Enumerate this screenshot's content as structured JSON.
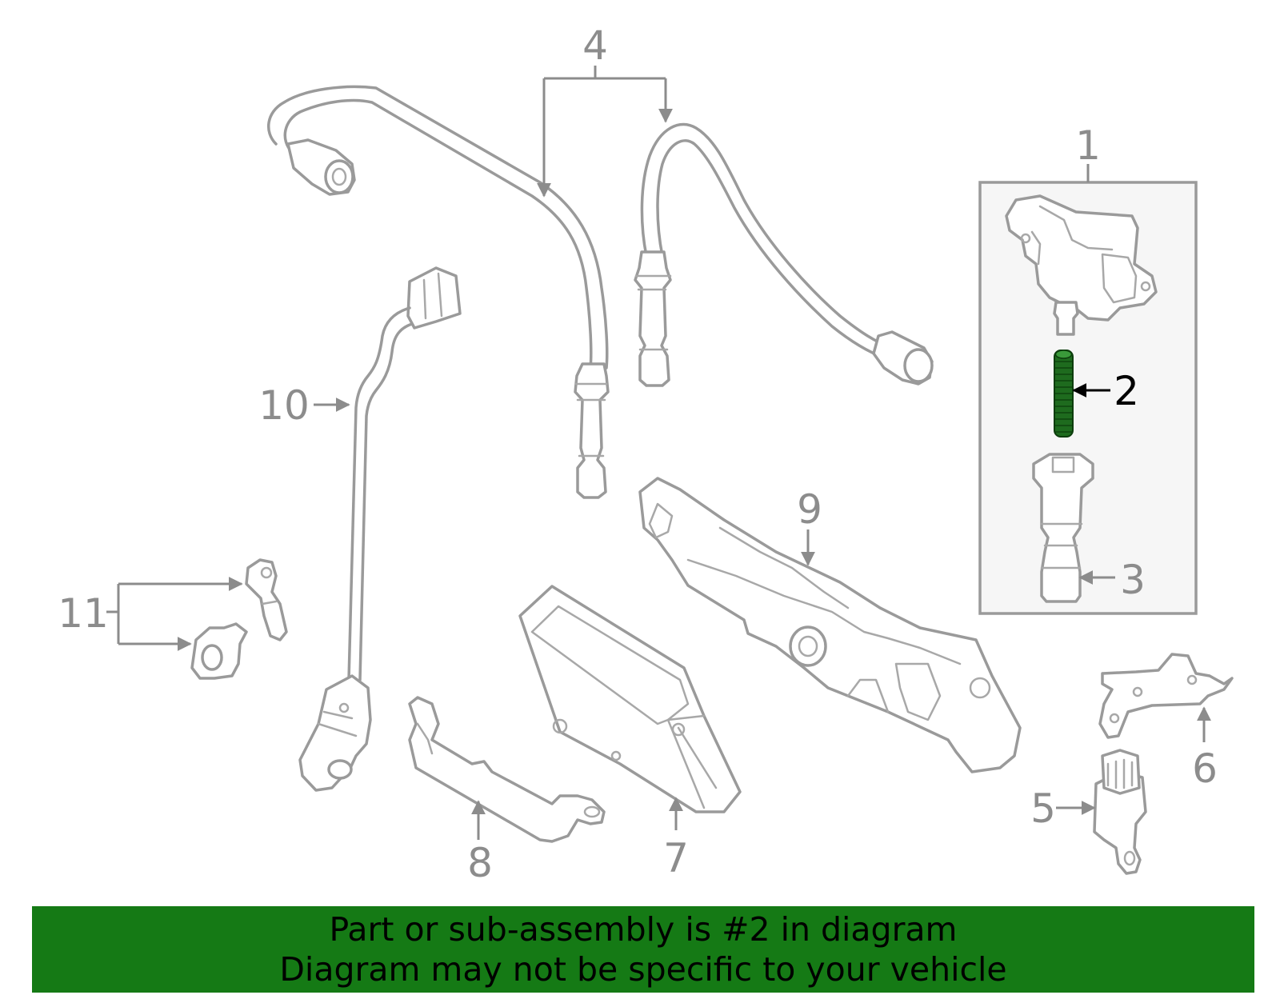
{
  "callouts": {
    "c1": "1",
    "c2": "2",
    "c3": "3",
    "c4": "4",
    "c5": "5",
    "c6": "6",
    "c7": "7",
    "c8": "8",
    "c9": "9",
    "c10": "10",
    "c11": "11"
  },
  "highlighted_part": "2",
  "colors": {
    "line": "#9a9a9a",
    "highlight_part": "#1e6b1e",
    "banner_background": "#157a15",
    "banner_text": "#000000"
  },
  "footer": {
    "line1": "Part or sub-assembly is #2 in diagram",
    "line2": "Diagram may not be specific to your vehicle"
  }
}
